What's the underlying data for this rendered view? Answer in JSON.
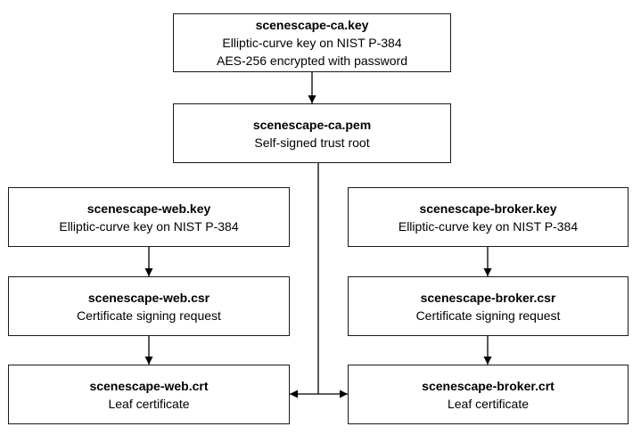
{
  "diagram": {
    "line_color": "#000000",
    "nodes": {
      "ca_key": {
        "title": "scenescape-ca.key",
        "line1": "Elliptic-curve key on NIST P-384",
        "line2": "AES-256 encrypted with password"
      },
      "ca_pem": {
        "title": "scenescape-ca.pem",
        "line1": "Self-signed trust root"
      },
      "web_key": {
        "title": "scenescape-web.key",
        "line1": "Elliptic-curve key on NIST P-384"
      },
      "web_csr": {
        "title": "scenescape-web.csr",
        "line1": "Certificate signing request"
      },
      "web_crt": {
        "title": "scenescape-web.crt",
        "line1": "Leaf certificate"
      },
      "broker_key": {
        "title": "scenescape-broker.key",
        "line1": "Elliptic-curve key on NIST P-384"
      },
      "broker_csr": {
        "title": "scenescape-broker.csr",
        "line1": "Certificate signing request"
      },
      "broker_crt": {
        "title": "scenescape-broker.crt",
        "line1": "Leaf certificate"
      }
    }
  }
}
